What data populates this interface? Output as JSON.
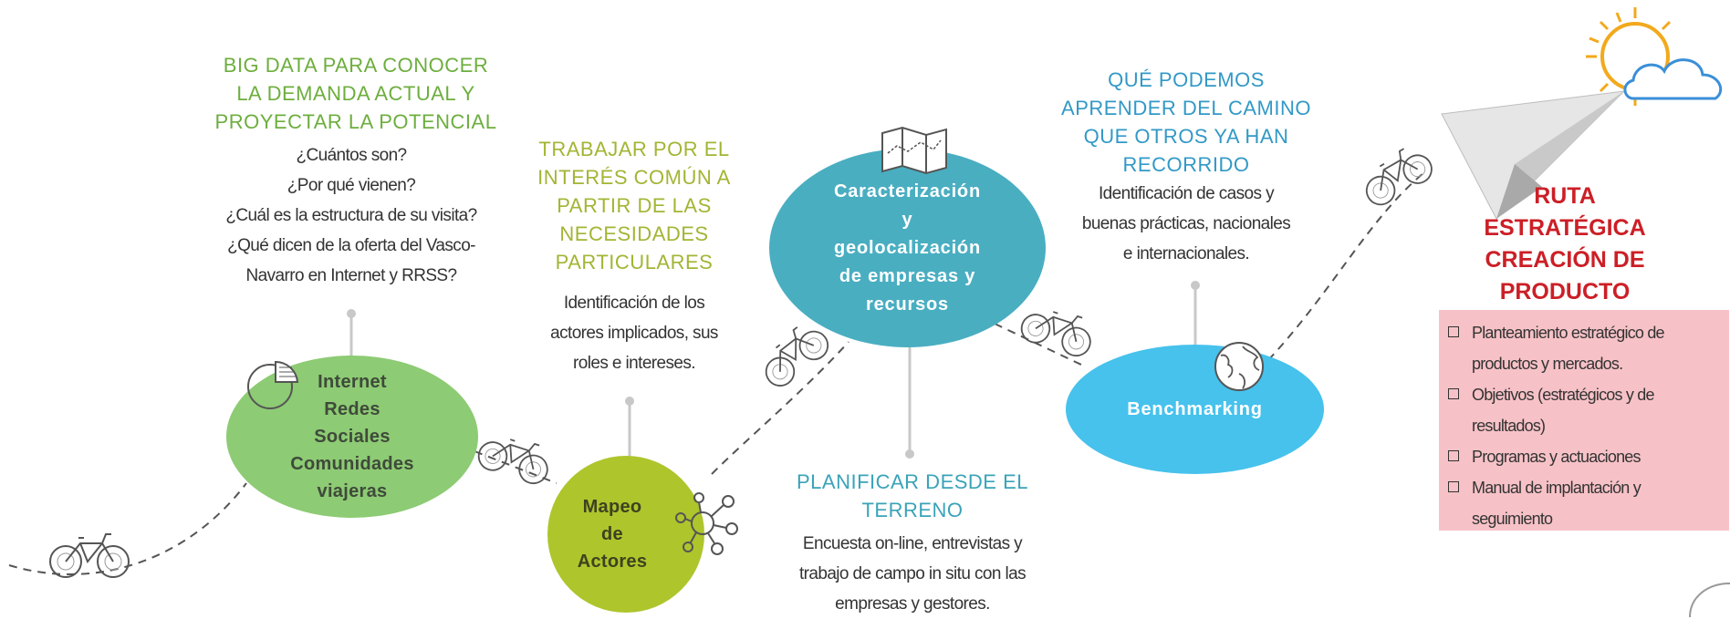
{
  "colors": {
    "green_circle": "#8dcb74",
    "lime_circle": "#aec52c",
    "teal_circle": "#4aaec1",
    "blue_circle": "#46c2ec",
    "green_text": "#6dae3e",
    "olive_text": "#a3b534",
    "teal_text": "#3aa3b8",
    "blue_text": "#3299c6",
    "red_text": "#cc1f26",
    "pink_box": "#f7c2c7"
  },
  "stages": [
    {
      "title": "BIG DATA PARA CONOCER LA DEMANDA ACTUAL Y PROYECTAR LA POTENCIAL",
      "title_lines": [
        "BIG DATA PARA CONOCER",
        "LA DEMANDA ACTUAL Y",
        "PROYECTAR LA POTENCIAL"
      ],
      "desc_lines": [
        "¿Cuántos son?",
        "¿Por qué vienen?",
        "¿Cuál es la estructura de su visita?",
        "¿Qué dicen de la oferta del Vasco-",
        "Navarro en Internet y RRSS?"
      ],
      "circle_lines": [
        "Internet",
        "Redes",
        "Sociales",
        "Comunidades",
        "viajeras"
      ],
      "icon": "pie-chart-icon"
    },
    {
      "title_lines": [
        "TRABAJAR POR EL",
        "INTERÉS COMÚN A",
        "PARTIR DE LAS",
        "NECESIDADES",
        "PARTICULARES"
      ],
      "desc_lines": [
        "Identificación de los",
        "actores implicados, sus",
        "roles e intereses."
      ],
      "circle_lines": [
        "Mapeo",
        "de",
        "Actores"
      ],
      "icon": "network-icon"
    },
    {
      "circle_lines": [
        "Caracterización",
        "y",
        "geolocalización",
        "de empresas y",
        "recursos"
      ],
      "title_lines": [
        "PLANIFICAR DESDE EL",
        "TERRENO"
      ],
      "desc_lines": [
        "Encuesta on-line, entrevistas y",
        "trabajo de campo in situ con las",
        "empresas y gestores."
      ],
      "icon": "map-icon"
    },
    {
      "title_lines": [
        "QUÉ PODEMOS",
        "APRENDER DEL CAMINO",
        "QUE OTROS YA HAN",
        "RECORRIDO"
      ],
      "desc_lines": [
        "Identificación de casos y",
        "buenas prácticas, nacionales",
        "e internacionales."
      ],
      "circle_lines": [
        "Benchmarking"
      ],
      "icon": "globe-icon"
    }
  ],
  "ruta": {
    "title_lines": [
      "RUTA",
      "ESTRATÉGICA",
      "CREACIÓN DE",
      "PRODUCTO"
    ],
    "items": [
      [
        "Planteamiento estratégico de",
        "productos y mercados."
      ],
      [
        "Objetivos (estratégicos y de",
        "resultados)"
      ],
      [
        "Programas y actuaciones"
      ],
      [
        "Manual de implantación y",
        "seguimiento"
      ]
    ]
  }
}
